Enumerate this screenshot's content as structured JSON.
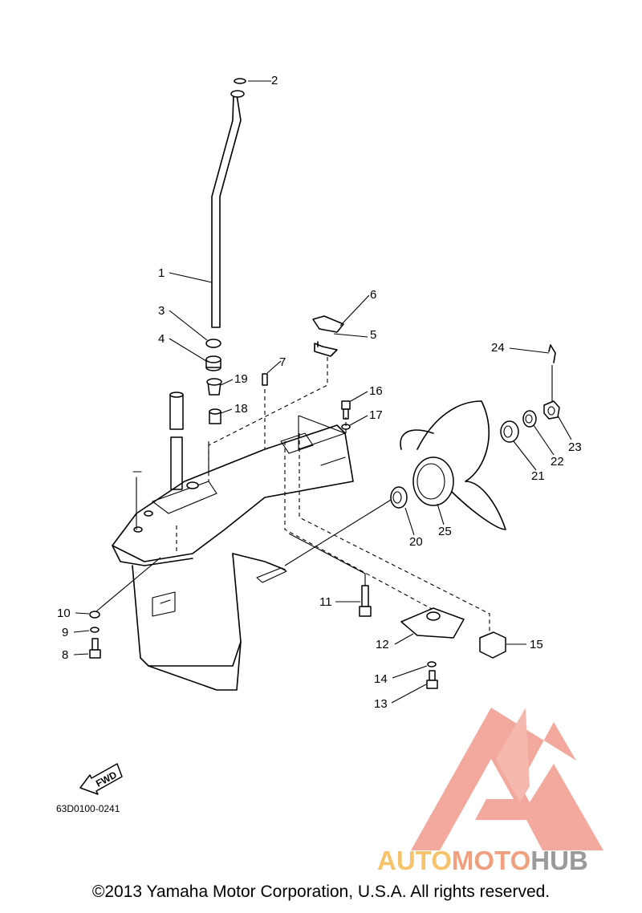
{
  "diagram": {
    "callouts": [
      "1",
      "2",
      "3",
      "4",
      "5",
      "6",
      "7",
      "8",
      "9",
      "10",
      "11",
      "12",
      "13",
      "14",
      "15",
      "16",
      "17",
      "18",
      "19",
      "20",
      "21",
      "22",
      "23",
      "24",
      "25"
    ],
    "fwd_label": "FWD",
    "part_code": "63D0100-0241"
  },
  "watermark": {
    "brand_part1": "AUTO",
    "brand_part2": "MOTO",
    "brand_part3": "HUB",
    "colors": {
      "logo": "#f29a8e",
      "auto": "#f6c36a",
      "moto": "#f0a07f",
      "hub": "#9a9a9a"
    }
  },
  "footer": {
    "copyright": "©2013 Yamaha Motor Corporation, U.S.A. All rights reserved."
  }
}
